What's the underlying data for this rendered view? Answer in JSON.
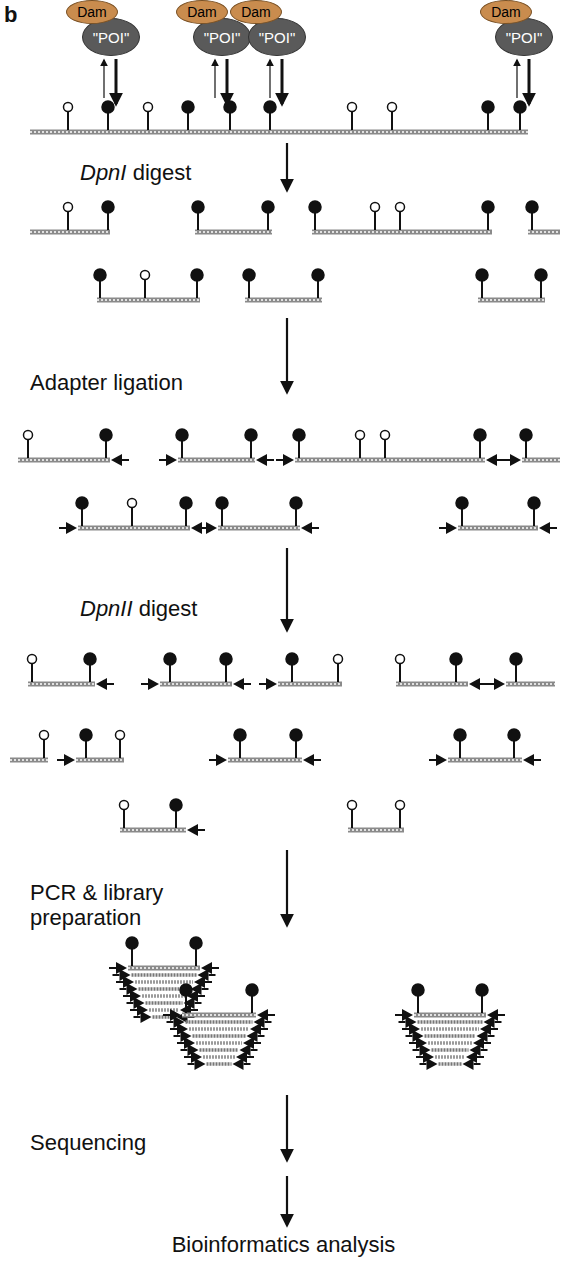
{
  "diagram": {
    "nodes": [
      {
        "text": [
          "Dam"
        ]
      },
      {
        "text": [
          "\"POI\""
        ]
      },
      {
        "text": [
          "Dam"
        ]
      },
      {
        "text": [
          "\"POI\""
        ]
      },
      {
        "text": [
          "Dam"
        ]
      },
      {
        "text": [
          "\"POI\""
        ]
      },
      {
        "text": [
          "Dam"
        ]
      },
      {
        "text": [
          "\"POI\""
        ]
      }
    ],
    "labels": [
      "b",
      "DpnI",
      "digest",
      "Adapter ligation",
      "DpnII",
      "digest",
      "PCR & library preparation",
      "Sequencing",
      "Bioinformatics analysis"
    ]
  }
}
